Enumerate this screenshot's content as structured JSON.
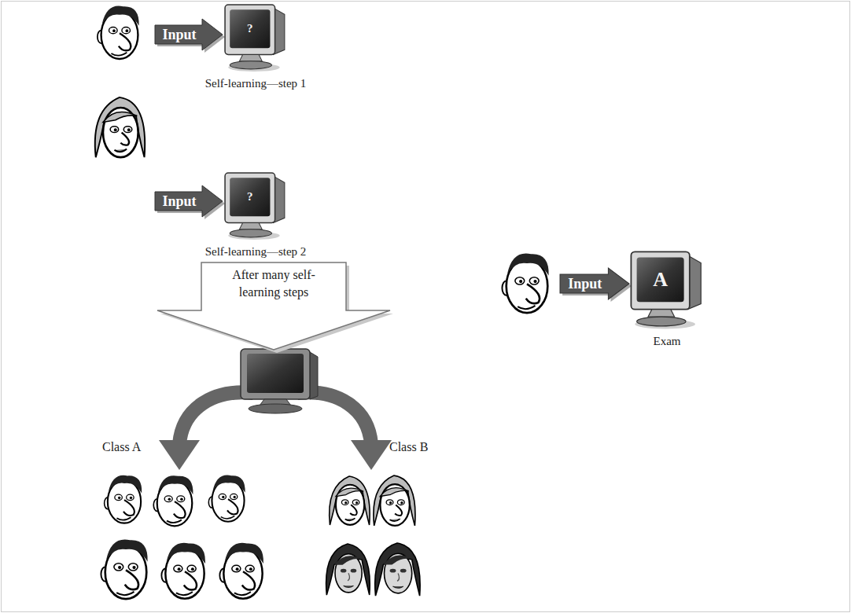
{
  "diagram": {
    "nodes": [
      {
        "text": [
          "Input"
        ]
      },
      {
        "text": [
          "?",
          "Self-learning—step 1"
        ]
      },
      {
        "text": [
          "Input"
        ]
      },
      {
        "text": [
          "?",
          "Self-learning—step 2"
        ]
      },
      {
        "text": [
          "After many self-learning steps"
        ]
      },
      {
        "text": [
          "Input"
        ]
      },
      {
        "text": [
          "A",
          "Exam"
        ]
      }
    ],
    "labels": [
      "Class A",
      "Class B"
    ]
  }
}
